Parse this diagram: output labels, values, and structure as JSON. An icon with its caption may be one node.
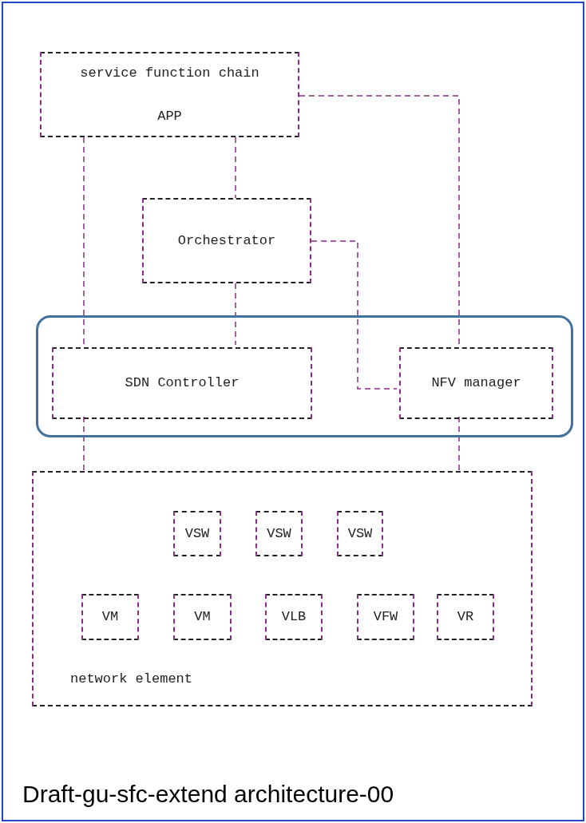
{
  "diagram": {
    "caption": "Draft-gu-sfc-extend architecture-00",
    "nodes": [
      {
        "text": [
          "service function chain",
          "APP"
        ]
      },
      {
        "text": [
          "Orchestrator"
        ]
      },
      {
        "text": [],
        "shape": "box"
      },
      {
        "text": [
          "SDN Controller"
        ],
        "in": 2
      },
      {
        "text": [
          "NFV manager"
        ],
        "in": 2
      },
      {
        "text": [
          "network element"
        ]
      },
      {
        "text": [
          "VSW"
        ],
        "in": 5
      },
      {
        "text": [
          "VSW"
        ],
        "in": 5
      },
      {
        "text": [
          "VSW"
        ],
        "in": 5
      },
      {
        "text": [
          "VM"
        ],
        "in": 5
      },
      {
        "text": [
          "VM"
        ],
        "in": 5
      },
      {
        "text": [
          "VLB"
        ],
        "in": 5
      },
      {
        "text": [
          "VFW"
        ],
        "in": 5
      },
      {
        "text": [
          "VR"
        ],
        "in": 5
      }
    ],
    "edges": [
      {
        "from": 0,
        "to": 3,
        "arrow": "none",
        "style": "dashed"
      },
      {
        "from": 0,
        "to": 1,
        "arrow": "none",
        "style": "dashed"
      },
      {
        "from": 0,
        "to": 4,
        "arrow": "none",
        "style": "dashed"
      },
      {
        "from": 1,
        "to": 3,
        "arrow": "none",
        "style": "dashed"
      },
      {
        "from": 1,
        "to": 4,
        "arrow": "none",
        "style": "dashed"
      },
      {
        "from": 3,
        "to": 5,
        "arrow": "none",
        "style": "dashed"
      },
      {
        "from": 4,
        "to": 5,
        "arrow": "none",
        "style": "dashed"
      }
    ]
  }
}
